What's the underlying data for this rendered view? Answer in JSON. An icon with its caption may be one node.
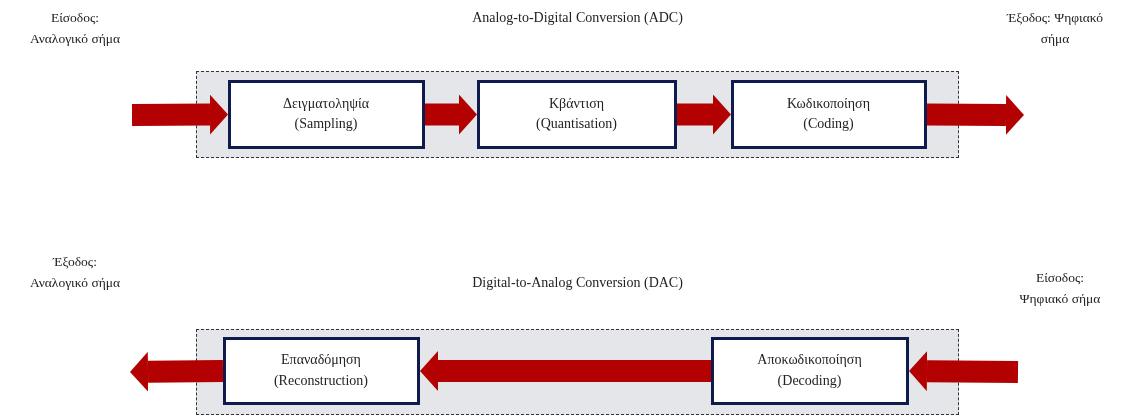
{
  "diagram": {
    "nodes": [
      {
        "text": [
          "Analog-to-Digital Conversion (ADC)"
        ]
      },
      {
        "text": [
          "Δειγματοληψία (Sampling)"
        ],
        "in": 0
      },
      {
        "text": [
          "Κβάντιση (Quantisation)"
        ],
        "in": 0
      },
      {
        "text": [
          "Κωδικοποίηση (Coding)"
        ],
        "in": 0
      },
      {
        "text": [
          "Digital-to-Analog Conversion (DAC)"
        ]
      },
      {
        "text": [
          "Επαναδόμηση (Reconstruction)"
        ],
        "in": 4
      },
      {
        "text": [
          "Αποκωδικοποίηση (Decoding)"
        ],
        "in": 4
      }
    ],
    "edges": [
      {
        "from": null,
        "to": 1,
        "arrow": "to"
      },
      {
        "from": 1,
        "to": 2,
        "arrow": "to"
      },
      {
        "from": 2,
        "to": 3,
        "arrow": "to"
      },
      {
        "from": 3,
        "to": null,
        "arrow": "to"
      },
      {
        "from": null,
        "to": 6,
        "arrow": "to"
      },
      {
        "from": 6,
        "to": 5,
        "arrow": "to"
      },
      {
        "from": 5,
        "to": null,
        "arrow": "to"
      }
    ],
    "labels": [
      "Είσοδος: Αναλογικό σήμα",
      "Έξοδος: Ψηφιακό σήμα",
      "Έξοδος: Αναλογικό σήμα",
      "Είσοδος: Ψηφιακό σήμα"
    ]
  }
}
